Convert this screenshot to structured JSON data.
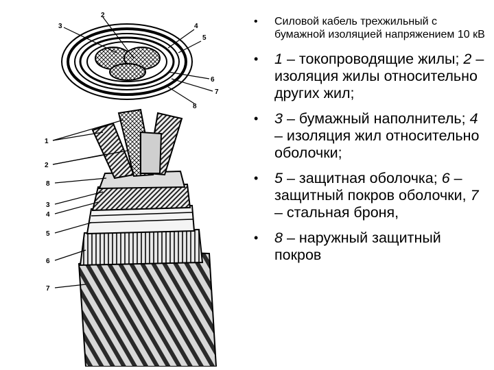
{
  "figure": {
    "labels": {
      "top": [
        "3",
        "2",
        "4",
        "5"
      ],
      "right": [
        "6",
        "7",
        "8"
      ],
      "left": [
        "1",
        "2",
        "8",
        "3",
        "4",
        "5",
        "6",
        "7"
      ]
    }
  },
  "items": [
    {
      "bullet": "•",
      "text": "Силовой кабель трехжильный с бумажной изоляцией напряжением 10 кВ"
    },
    {
      "bullet": "•",
      "num": "1",
      "text": " – токопроводящие жилы; "
    },
    {
      "bullet": "•",
      "num": "3",
      "text": " – бумажный наполнитель; "
    },
    {
      "bullet": "•",
      "num": "5",
      "text": " – защитная оболочка; "
    },
    {
      "bullet": "•",
      "num": "8",
      "text": " – наружный защитный покров"
    }
  ],
  "item2_rest": {
    "num": "2",
    "text": " – изоляция жилы относительно других жил;"
  },
  "item3_rest": {
    "num": "4",
    "text": " – изоляция жил относительно оболочки;"
  },
  "item4_rest": {
    "num1": "6",
    "text1": " – защитный покров оболочки, ",
    "num2": "7",
    "text2": " – стальная броня,"
  }
}
